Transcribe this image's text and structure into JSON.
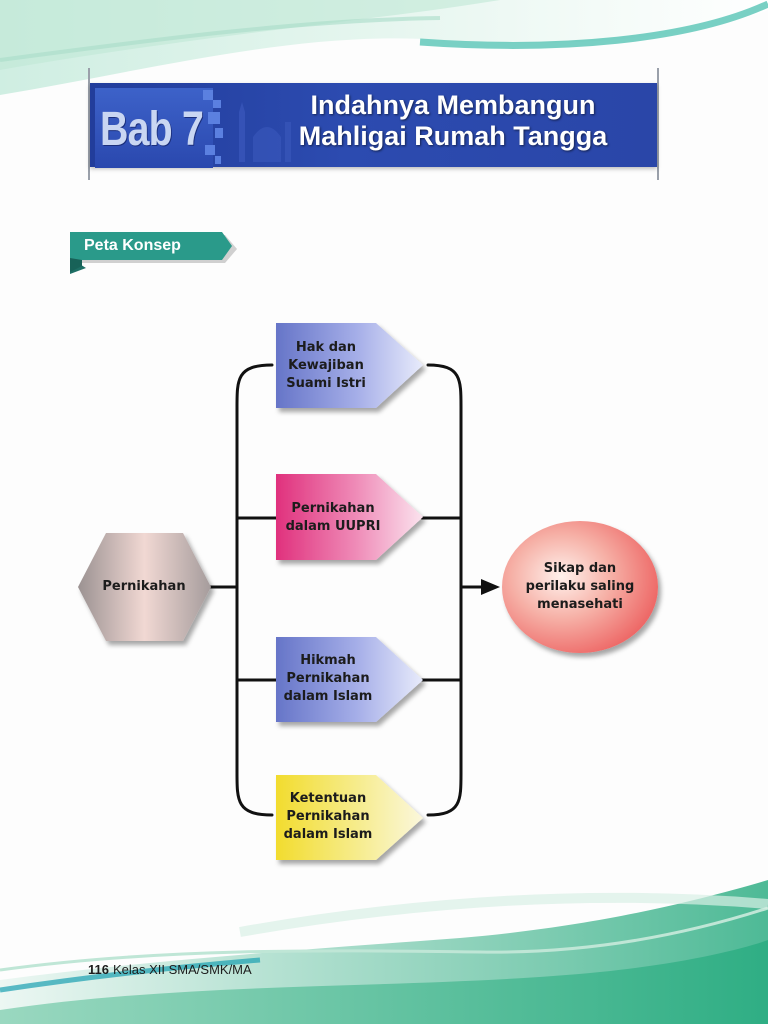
{
  "chapter": {
    "label": "Bab 7",
    "title_line1": "Indahnya Membangun",
    "title_line2": "Mahligai Rumah Tangga"
  },
  "section_label": "Peta Konsep",
  "concept_map": {
    "source": "Pernikahan",
    "branches": [
      "Hak dan\nKewajiban\nSuami Istri",
      "Pernikahan\ndalam UUPRI",
      "Hikmah\nPernikahan\ndalam Islam",
      "Ketentuan\nPernikahan\ndalam Islam"
    ],
    "target": "Sikap dan\nperilaku saling\nmenasehati"
  },
  "footer": {
    "page_number": "116",
    "book_title": "Kelas XII SMA/SMK/MA"
  },
  "colors": {
    "banner_blue": "#2a46a8",
    "section_teal": "#2a9a8a",
    "branch_blue": "#6f7fd0",
    "branch_pink": "#e23d86",
    "branch_yellow": "#f3e24a",
    "target_red": "#ef6a6a",
    "source_gray": "#a69e9e",
    "wave_green": "#2fae84"
  }
}
